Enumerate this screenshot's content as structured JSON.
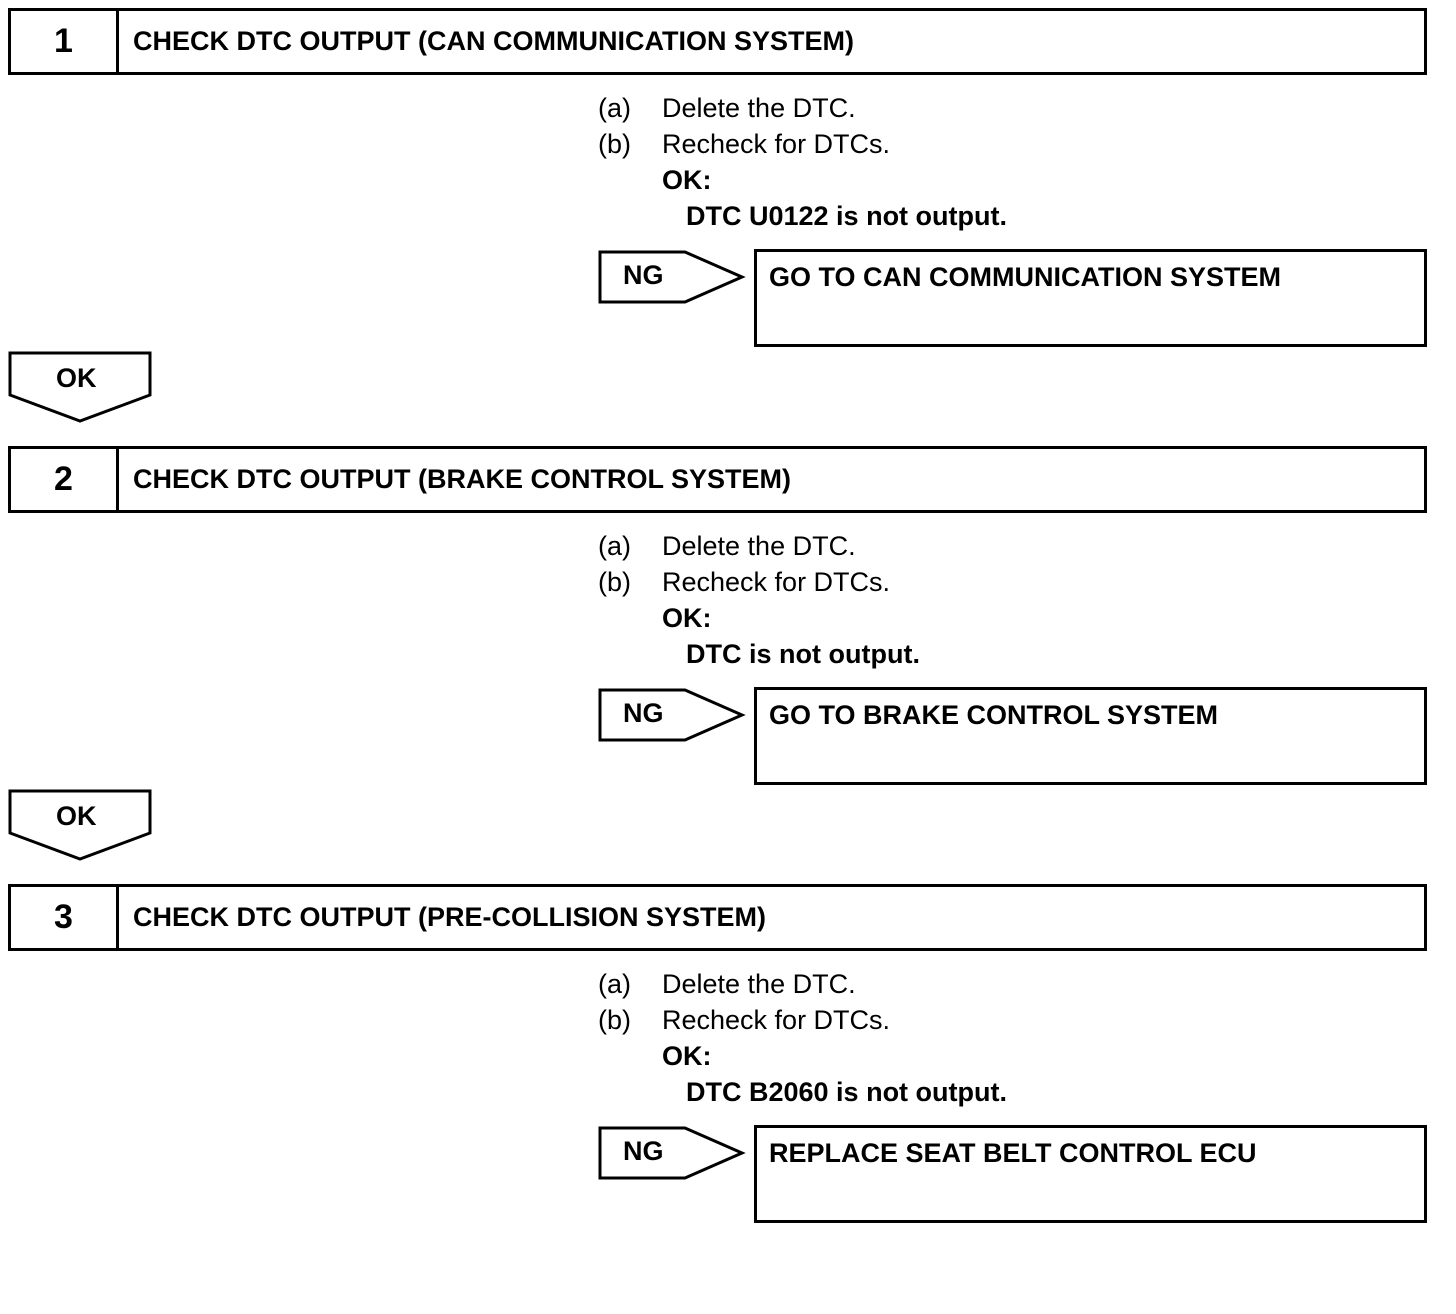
{
  "steps": [
    {
      "number": "1",
      "title": "CHECK DTC OUTPUT (CAN COMMUNICATION SYSTEM)",
      "instructions": [
        {
          "marker": "(a)",
          "text": "Delete the DTC."
        },
        {
          "marker": "(b)",
          "text": "Recheck for DTCs."
        }
      ],
      "ok_label": "OK:",
      "ok_condition": "DTC U0122 is not output.",
      "ng_label": "NG",
      "ng_action": "GO TO CAN COMMUNICATION SYSTEM",
      "next_label": "OK"
    },
    {
      "number": "2",
      "title": "CHECK DTC OUTPUT (BRAKE CONTROL SYSTEM)",
      "instructions": [
        {
          "marker": "(a)",
          "text": "Delete the DTC."
        },
        {
          "marker": "(b)",
          "text": "Recheck for DTCs."
        }
      ],
      "ok_label": "OK:",
      "ok_condition": "DTC is not output.",
      "ng_label": "NG",
      "ng_action": "GO TO BRAKE CONTROL SYSTEM",
      "next_label": "OK"
    },
    {
      "number": "3",
      "title": "CHECK DTC OUTPUT (PRE-COLLISION SYSTEM)",
      "instructions": [
        {
          "marker": "(a)",
          "text": "Delete the DTC."
        },
        {
          "marker": "(b)",
          "text": "Recheck for DTCs."
        }
      ],
      "ok_label": "OK:",
      "ok_condition": "DTC B2060 is not output.",
      "ng_label": "NG",
      "ng_action": "REPLACE SEAT BELT CONTROL ECU"
    }
  ]
}
